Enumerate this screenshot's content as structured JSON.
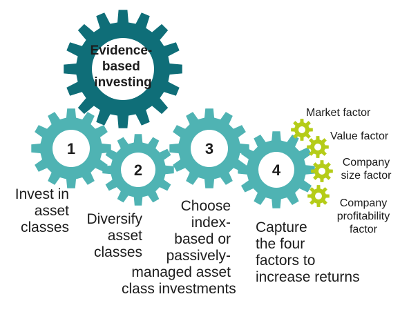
{
  "main_gear": {
    "lines": [
      "Evidence-",
      "based",
      "investing"
    ],
    "color": "#0f6e78",
    "inner_color": "#ffffff"
  },
  "steps": [
    {
      "number": "1",
      "lines": [
        "Invest in",
        "asset",
        "classes"
      ]
    },
    {
      "number": "2",
      "lines": [
        "Diversify",
        "asset",
        "classes"
      ]
    },
    {
      "number": "3",
      "lines": [
        "Choose",
        "index-",
        "based or",
        "passively-",
        "managed asset",
        "class investments"
      ]
    },
    {
      "number": "4",
      "lines": [
        "Capture",
        "the four",
        "factors to",
        "increase returns"
      ]
    }
  ],
  "step_gear_color": "#4fb3b3",
  "factors": [
    {
      "lines": [
        "Market factor"
      ]
    },
    {
      "lines": [
        "Value factor"
      ]
    },
    {
      "lines": [
        "Company",
        "size factor"
      ]
    },
    {
      "lines": [
        "Company",
        "profitability",
        "factor"
      ]
    }
  ],
  "factor_gear_color": "#b5cc18"
}
